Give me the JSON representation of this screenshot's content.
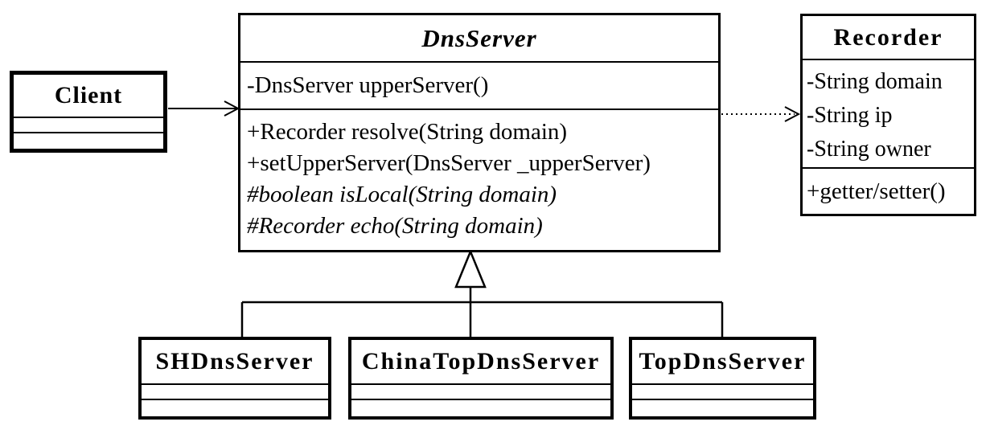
{
  "diagram": {
    "type": "uml-class-diagram",
    "colors": {
      "stroke": "#000000",
      "fill": "#ffffff"
    },
    "classes": {
      "client": {
        "name": "Client",
        "abstract": false,
        "attributes": [],
        "methods": []
      },
      "dnsServer": {
        "name": "DnsServer",
        "abstract": true,
        "attributes": [
          "-DnsServer upperServer()"
        ],
        "methods": [
          {
            "text": "+Recorder resolve(String domain)",
            "abstract": false
          },
          {
            "text": "+setUpperServer(DnsServer _upperServer)",
            "abstract": false
          },
          {
            "text": "#boolean isLocal(String domain)",
            "abstract": true
          },
          {
            "text": "#Recorder echo(String domain)",
            "abstract": true
          }
        ]
      },
      "recorder": {
        "name": "Recorder",
        "abstract": false,
        "attributes": [
          "-String domain",
          "-String ip",
          "-String owner"
        ],
        "methods": [
          "+getter/setter()"
        ]
      },
      "shDnsServer": {
        "name": "SHDnsServer",
        "abstract": false,
        "attributes": [],
        "methods": []
      },
      "chinaTopDnsServer": {
        "name": "ChinaTopDnsServer",
        "abstract": false,
        "attributes": [],
        "methods": []
      },
      "topDnsServer": {
        "name": "TopDnsServer",
        "abstract": false,
        "attributes": [],
        "methods": []
      }
    },
    "relationships": [
      {
        "from": "Client",
        "to": "DnsServer",
        "type": "association",
        "line": "solid",
        "arrowhead": "open"
      },
      {
        "from": "DnsServer",
        "to": "Recorder",
        "type": "dependency",
        "line": "dotted",
        "arrowhead": "open"
      },
      {
        "from": "SHDnsServer",
        "to": "DnsServer",
        "type": "generalization",
        "line": "solid",
        "arrowhead": "hollow-triangle"
      },
      {
        "from": "ChinaTopDnsServer",
        "to": "DnsServer",
        "type": "generalization",
        "line": "solid",
        "arrowhead": "hollow-triangle"
      },
      {
        "from": "TopDnsServer",
        "to": "DnsServer",
        "type": "generalization",
        "line": "solid",
        "arrowhead": "hollow-triangle"
      }
    ]
  }
}
